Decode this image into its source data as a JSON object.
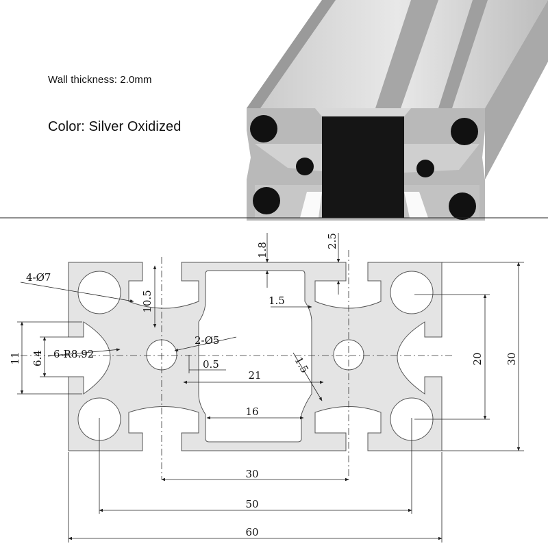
{
  "specs": {
    "wall_thickness": "Wall thickness: 2.0mm",
    "color": "Color: Silver Oxidized"
  },
  "dimensions": {
    "top_slot_depth": "1.8",
    "top_slot_depth_right": "2.5",
    "hole_dia": "4-Ø7",
    "slot_depth": "10.5",
    "wall": "1.5",
    "center_hole": "2-Ø5",
    "radius": "6-R8.92",
    "offset": "0.5",
    "inner_width": "21",
    "diag_wall": "1.5",
    "outer_slot": "11",
    "slot_opening": "6.4",
    "inner_bottom": "16",
    "hole_pitch_v": "20",
    "height": "30",
    "center_pitch": "30",
    "hole_pitch_h": "50",
    "width": "60"
  },
  "colors": {
    "profile_fill": "#e4e4e4",
    "profile_stroke": "#555555",
    "hole_fill": "#ffffff"
  }
}
